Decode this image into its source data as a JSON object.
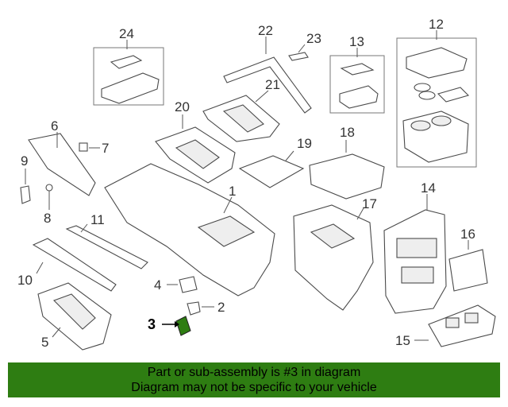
{
  "diagram": {
    "callouts": [
      "1",
      "2",
      "3",
      "4",
      "5",
      "6",
      "7",
      "8",
      "9",
      "10",
      "11",
      "12",
      "13",
      "14",
      "15",
      "16",
      "17",
      "18",
      "19",
      "20",
      "21",
      "22",
      "23",
      "24"
    ],
    "highlighted_part": "3",
    "highlight_color": "#2e7d12"
  },
  "banner": {
    "line1": "Part or sub-assembly is #3 in diagram",
    "line2": "Diagram may not be specific to your vehicle",
    "background": "#2e7d12"
  }
}
